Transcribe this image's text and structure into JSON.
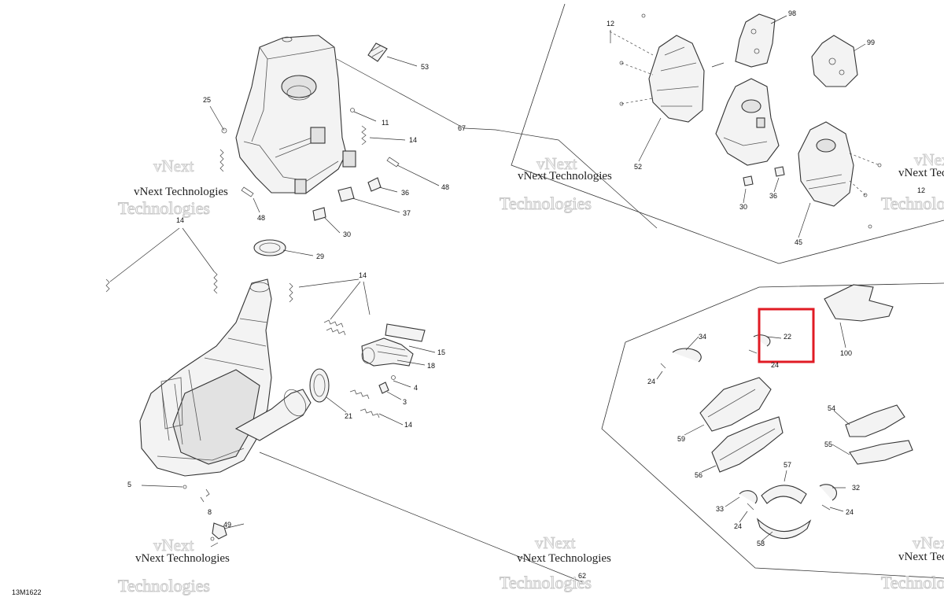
{
  "diagram": {
    "reference_code": "13M1622",
    "watermark": {
      "line1": "vNext",
      "line2": "vNext Technologies",
      "line3": "Technologies"
    },
    "highlight_label": "22",
    "callouts": {
      "c53": "53",
      "c67": "67",
      "c25": "25",
      "c11": "11",
      "c14a": "14",
      "c48a": "48",
      "c36a": "36",
      "c37": "37",
      "c48b": "48",
      "c30a": "30",
      "c29": "29",
      "c14b": "14",
      "c14c": "14",
      "c15": "15",
      "c18": "18",
      "c4": "4",
      "c3": "3",
      "c21": "21",
      "c14d": "14",
      "c5": "5",
      "c8": "8",
      "c49": "49",
      "c62": "62",
      "c12a": "12",
      "c98": "98",
      "c99": "99",
      "c52": "52",
      "c30b": "30",
      "c36b": "36",
      "c45": "45",
      "c12b": "12",
      "c100": "100",
      "c34": "34",
      "c24a": "24",
      "c24b": "24",
      "c59": "59",
      "c56": "56",
      "c54": "54",
      "c55": "55",
      "c57": "57",
      "c33": "33",
      "c32": "32",
      "c24c": "24",
      "c24d": "24",
      "c58": "58"
    }
  }
}
